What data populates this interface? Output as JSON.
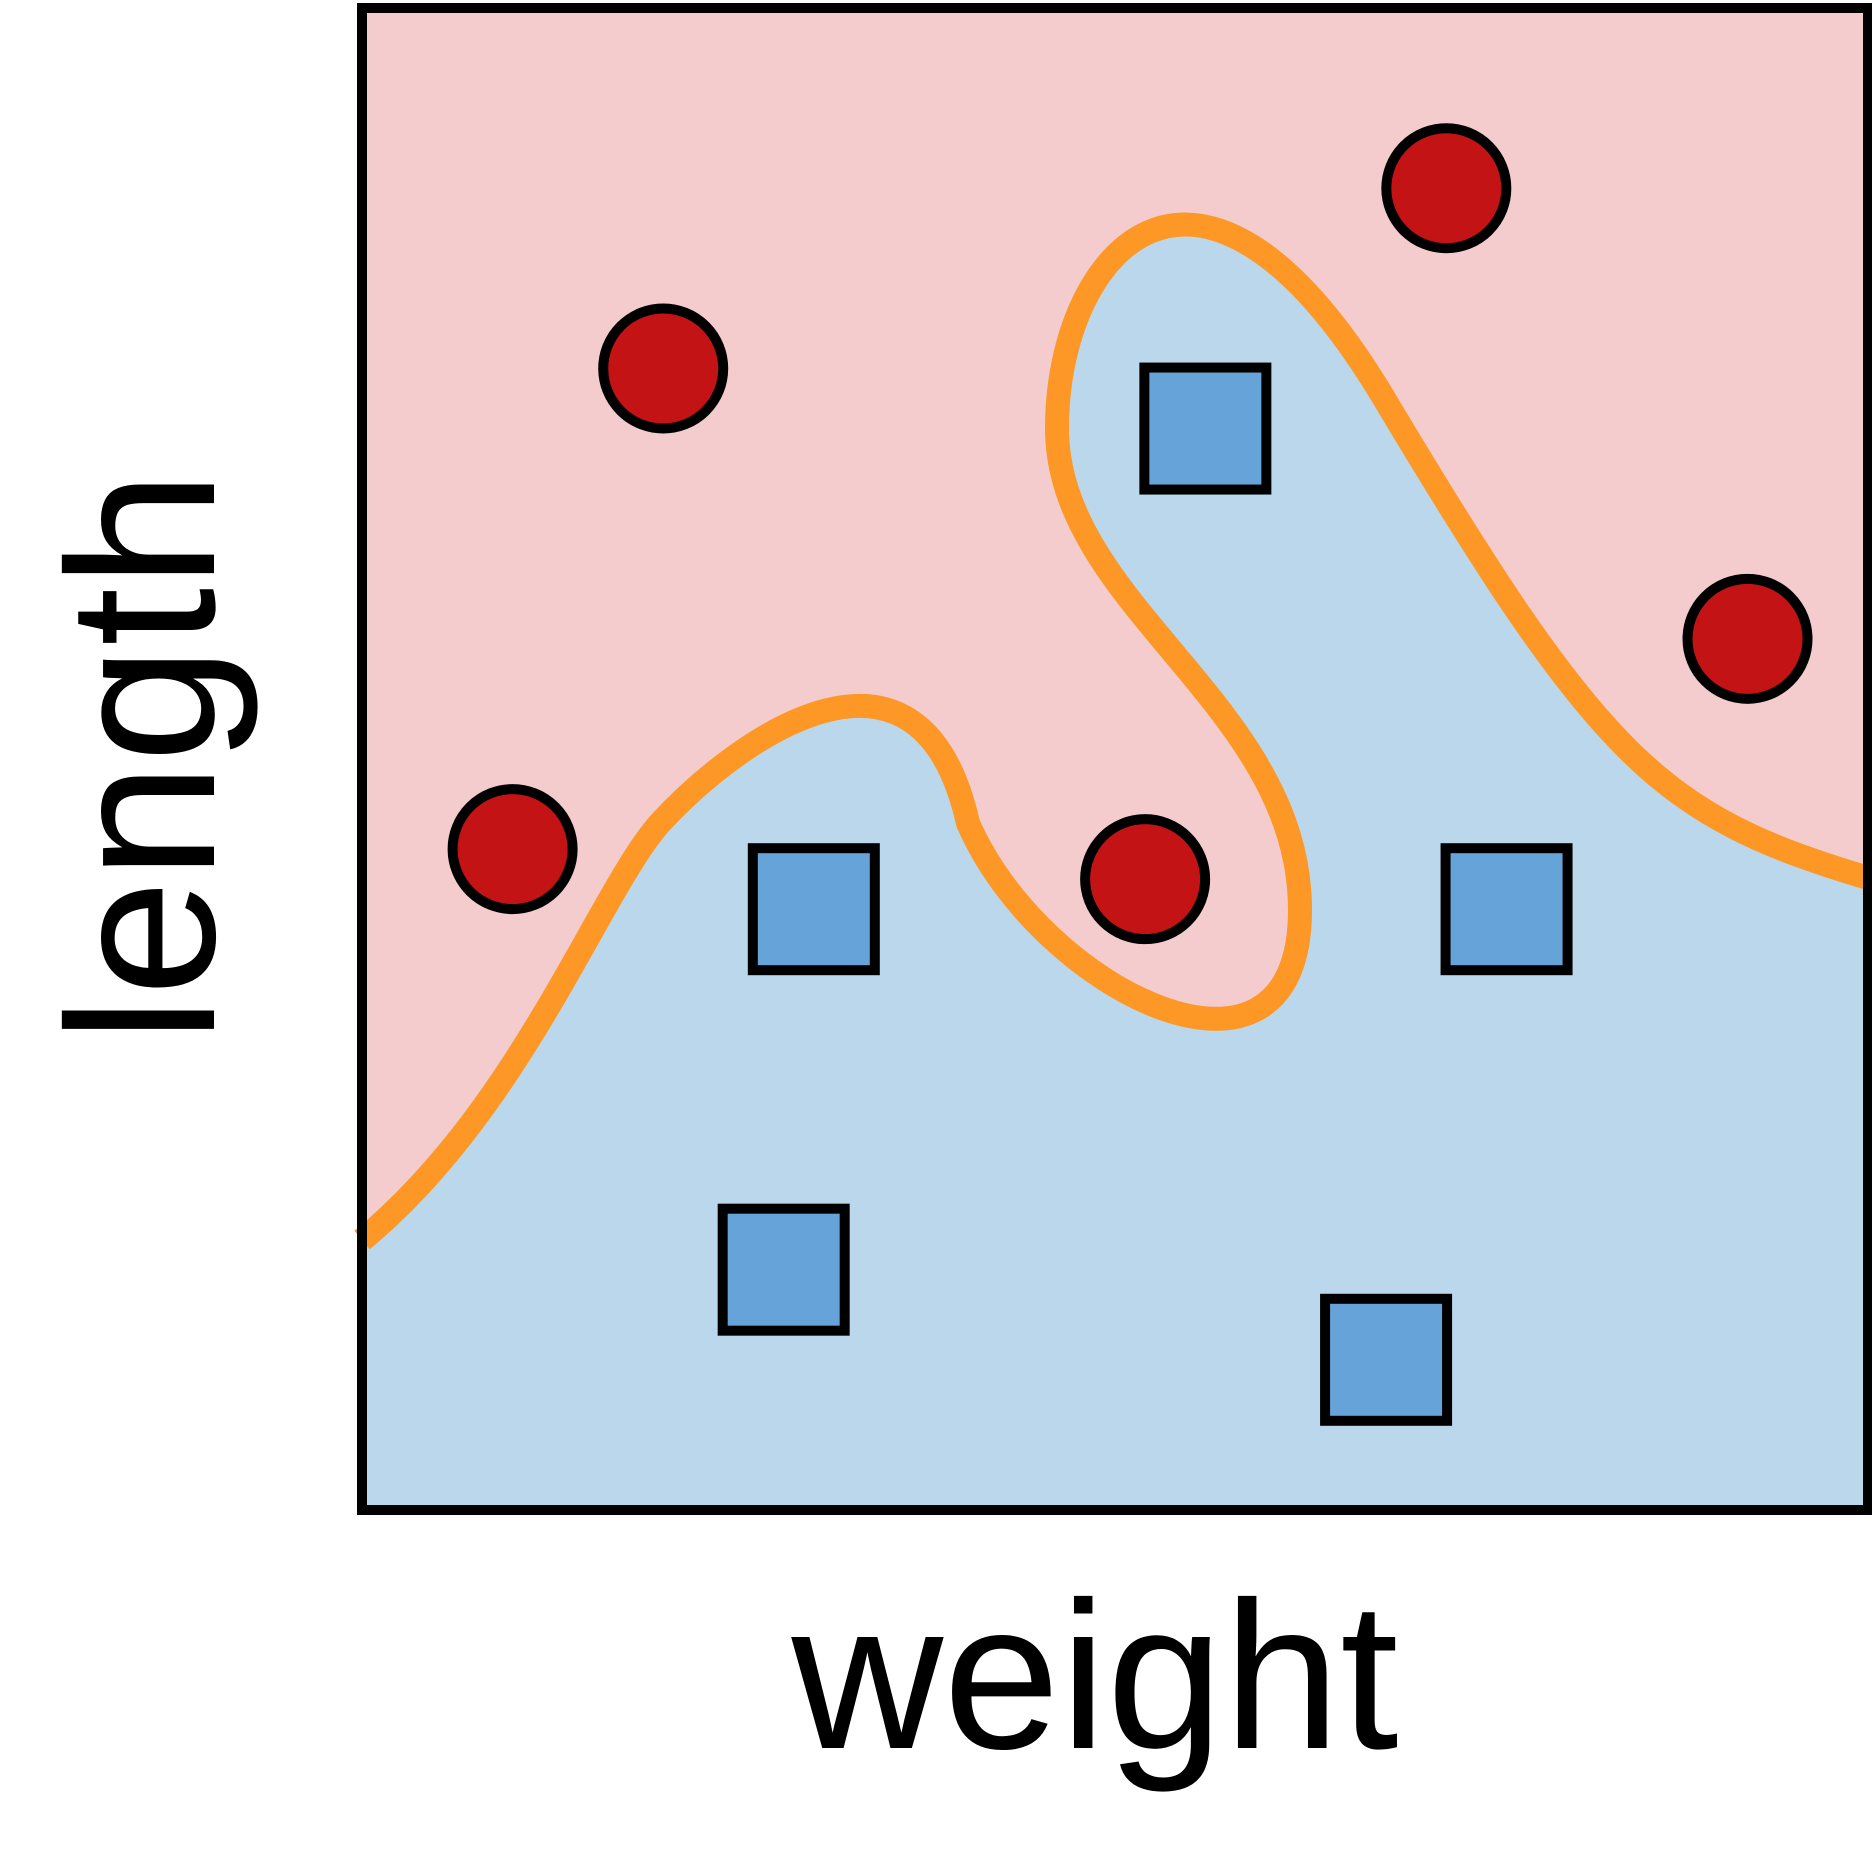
{
  "chart_data": {
    "type": "scatter",
    "xlabel": "weight",
    "ylabel": "length",
    "xlim": [
      0,
      100
    ],
    "ylim": [
      0,
      100
    ],
    "grid": false,
    "legend": "none",
    "regions": [
      {
        "class": "circle",
        "color": "#f4cccd"
      },
      {
        "class": "square",
        "color": "#bad7ec"
      }
    ],
    "boundary_color": "#fd9726",
    "series": [
      {
        "marker": "circle",
        "color": "#c41314",
        "points": [
          {
            "x": 20,
            "y": 76
          },
          {
            "x": 10,
            "y": 44
          },
          {
            "x": 52,
            "y": 42
          },
          {
            "x": 72,
            "y": 88
          },
          {
            "x": 92,
            "y": 58
          }
        ]
      },
      {
        "marker": "square",
        "color": "#66a3d9",
        "points": [
          {
            "x": 56,
            "y": 72
          },
          {
            "x": 30,
            "y": 40
          },
          {
            "x": 76,
            "y": 40
          },
          {
            "x": 28,
            "y": 16
          },
          {
            "x": 68,
            "y": 10
          }
        ]
      }
    ]
  }
}
